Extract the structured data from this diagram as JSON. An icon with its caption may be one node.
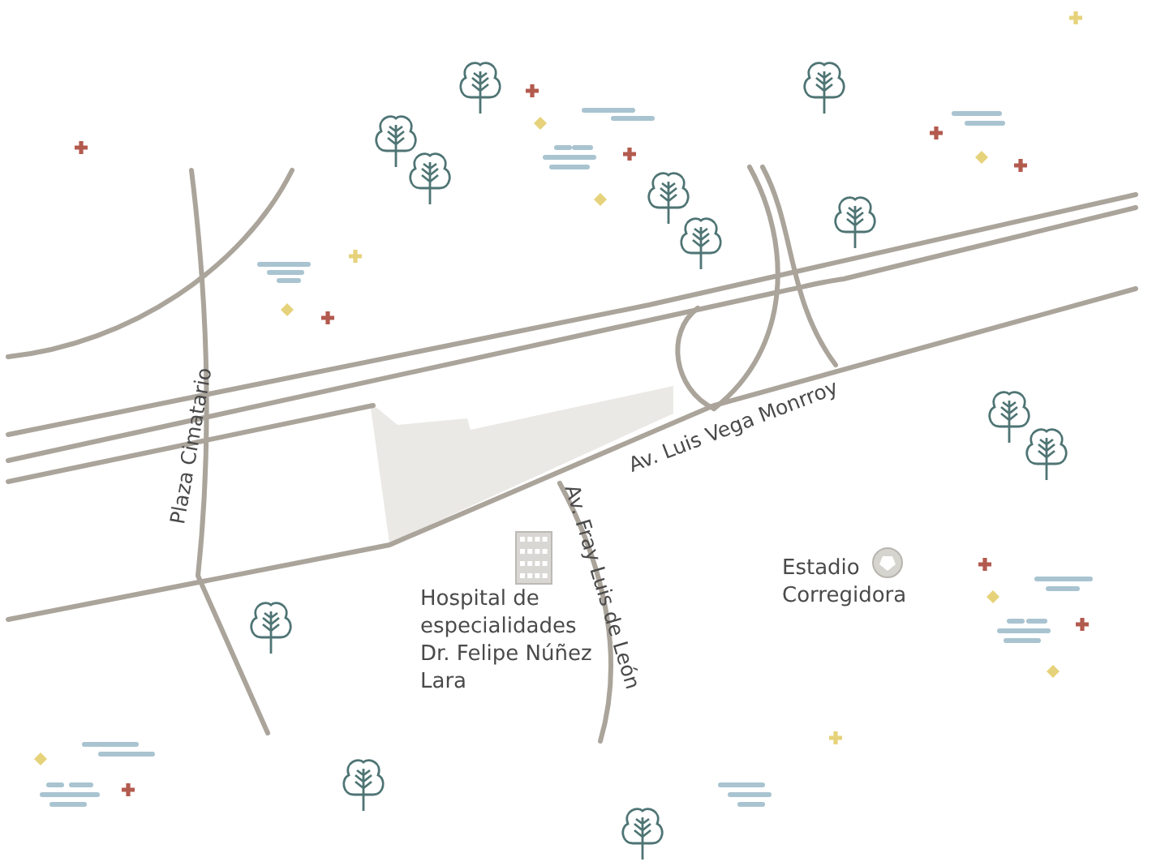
{
  "diagram": {
    "labels": [
      "Plaza Cimatario",
      "Av. Luis Vega Monrroy",
      "Av. Fray Luis de León",
      "Hospital de especialidades Dr. Felipe Núñez Lara",
      "Estadio Corregidora"
    ]
  }
}
